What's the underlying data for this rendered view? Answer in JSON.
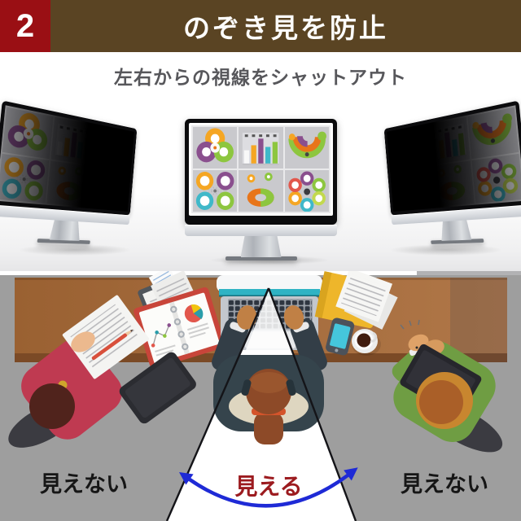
{
  "header": {
    "step_number": "2",
    "title": "のぞき見を防止"
  },
  "subtitle": "左右からの視線をシャットアウト",
  "monitors": {
    "panel_types": [
      "flower",
      "bars",
      "arc",
      "rings",
      "donut",
      "pinwheel"
    ],
    "left": {
      "privacy": "dark-from-side"
    },
    "center": {
      "privacy": "visible-front"
    },
    "right": {
      "privacy": "dark-from-side"
    }
  },
  "labels": {
    "left": "見えない",
    "center": "見える",
    "right": "見えない"
  },
  "colors": {
    "badge_red": "#9a0f14",
    "banner_brown": "#5a4423",
    "subtitle_gray": "#57575b",
    "label_black": "#161616",
    "label_red": "#9c1b1f",
    "arrow_blue": "#1e2ad6",
    "floor_gray": "#9e9e9e",
    "desk_brown": "#a06838",
    "desk_edge": "#7b4a26",
    "cone_white": "#ffffff",
    "orange": "#f5a623",
    "orange_deep": "#e8751a",
    "purple": "#8a4f8e",
    "green": "#8dc63f",
    "teal": "#3fb8c9",
    "lime": "#c3d94e",
    "red": "#e2574c",
    "shirt_red": "#bf3a51",
    "shirt_green": "#6f9d43",
    "laptop_teal": "#2fb3c4"
  }
}
